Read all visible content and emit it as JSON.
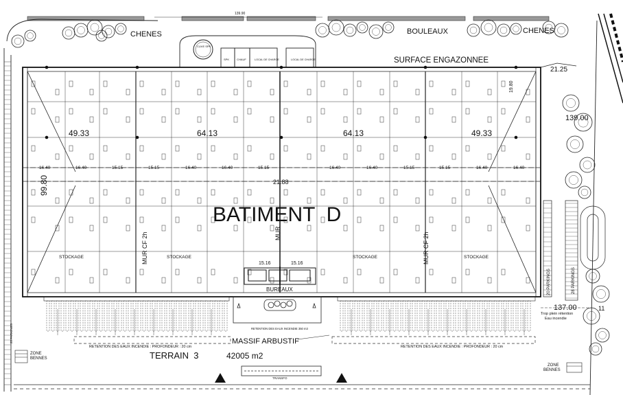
{
  "labels": {
    "top_dim": "139.90",
    "chenes_left": "CHENES",
    "bouleaux": "BOULEAUX",
    "chenes_right": "CHENES",
    "surface": "SURFACE ENGAZONNEE",
    "cuve_spk": "CUVE SPK",
    "spk": "SPK",
    "chauf": "CHAUF",
    "local_charge_1": "LOCAL DE CHARGE",
    "local_charge_2": "LOCAL DE CHARGE",
    "dim_4933_left": "49.33",
    "dim_6413_left": "64.13",
    "dim_6413_right": "64.13",
    "dim_4933_right": "49.33",
    "dim_9980": "99.80",
    "dim_2188": "21.88",
    "dim_13900": "139.00",
    "dim_2125": "21.25",
    "dim_1640_a": "16.40",
    "dim_1640_b": "16.40",
    "dim_1515_a": "15.15",
    "dim_1515_b": "15.15",
    "dim_1640_c": "16.40",
    "dim_1640_d": "16.40",
    "dim_1515_c": "15.15",
    "dim_1640_e": "16.40",
    "dim_1640_f": "16.40",
    "dim_1515_d": "15.15",
    "dim_1515_e": "15.15",
    "dim_1640_g": "16.40",
    "dim_1640_h": "16.40",
    "dim_1980": "19.80",
    "batiment": "BATIMENT  D",
    "mur_left": "MUR CF 2h",
    "mur_center": "MUR",
    "mur_right": "MUR CF 2h",
    "stockage_1": "STOCKAGE",
    "stockage_2": "STOCKAGE",
    "stockage_3": "STOCKAGE",
    "stockage_4": "STOCKAGE",
    "dim_1516_a": "15.16",
    "dim_1516_b": "15.16",
    "bureaux": "BUREAUX",
    "parkings_20": "20 PARKINGS",
    "parkings_28": "28 PARKINGS",
    "dim_13700": "137.00",
    "trop_plein_1": "Trop plein rétention",
    "trop_plein_2": "Eau incendie",
    "retention_small": "RETENTION DES EAUX INCENDIE 350 m3",
    "massif": "MASSIF ARBUSTIF",
    "retention_left": "RETENTION DES EAUX INCENDIE : PROFONDEUR : 20 cm",
    "retention_right": "RETENTION DES EAUX INCENDIE : PROFONDEUR : 20 cm",
    "terrain": "TERRAIN  3",
    "area": "42005 m2",
    "zone_bennes_left_1": "ZONE",
    "zone_bennes_left_2": "BENNES",
    "zone_bennes_right_1": "ZONE",
    "zone_bennes_right_2": "BENNES",
    "transfo": "TRANSFO",
    "dim_11": "11",
    "parkings_side": "25 PARKINGS"
  },
  "colors": {
    "line": "#1a1a1a",
    "hatch": "#555555",
    "tree": "#222222",
    "background": "#ffffff"
  }
}
